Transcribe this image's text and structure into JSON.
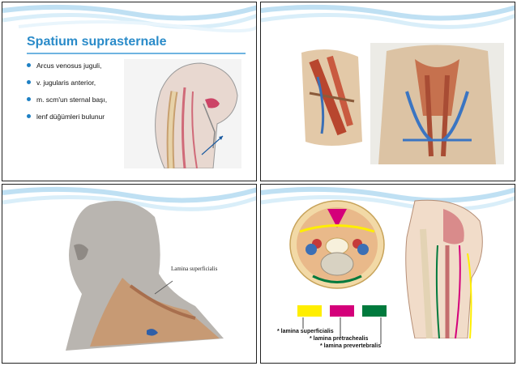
{
  "slide1": {
    "title": "Spatium suprasternale",
    "bullets": [
      "Arcus venosus juguli,",
      "v. jugularis anterior,",
      "m. scm'un sternal başı,",
      "lenf düğümleri bulunur"
    ]
  },
  "slide3": {
    "caption": "Lamina superficialis"
  },
  "slide4": {
    "legend": [
      {
        "label": "* lamina superficialis",
        "color": "#ffee00"
      },
      {
        "label": "* lamina pretrachealis",
        "color": "#d4007a"
      },
      {
        "label": "* lamina prevertebralis",
        "color": "#007a3d"
      }
    ]
  },
  "colors": {
    "accent": "#2a8bc9",
    "border": "#222222"
  }
}
